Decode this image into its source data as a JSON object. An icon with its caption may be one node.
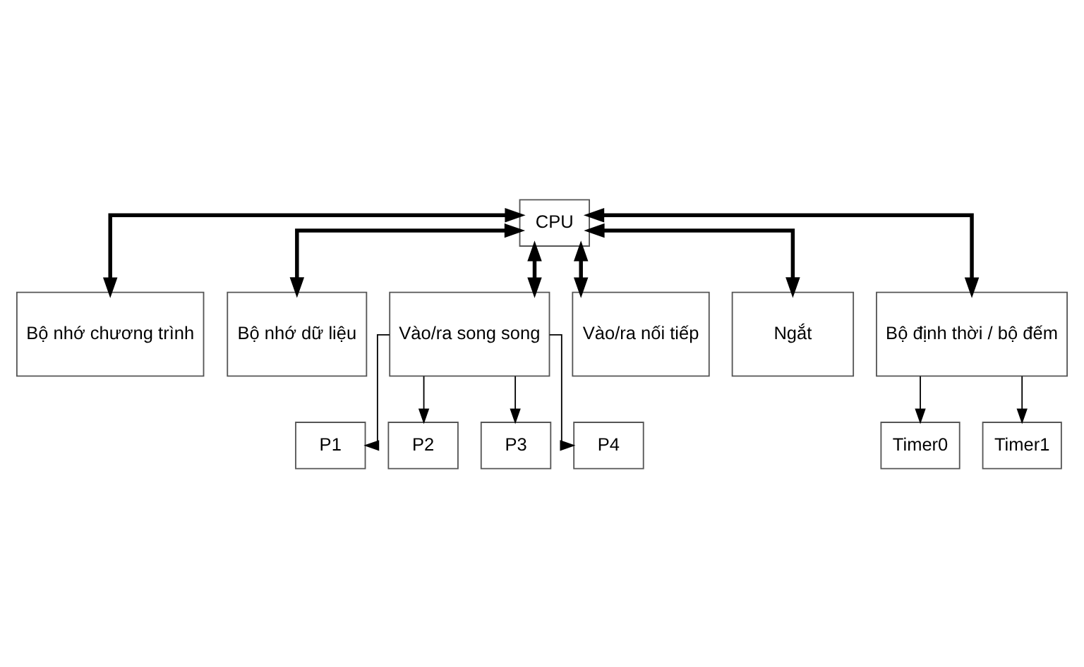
{
  "diagram": {
    "nodes": [
      {
        "text": [
          "CPU"
        ]
      },
      {
        "text": [
          "Bộ nhớ chương trình"
        ]
      },
      {
        "text": [
          "Bộ nhớ dữ liệu"
        ]
      },
      {
        "text": [
          "Vào/ra song song"
        ]
      },
      {
        "text": [
          "Vào/ra nối tiếp"
        ]
      },
      {
        "text": [
          "Ngắt"
        ]
      },
      {
        "text": [
          "Bộ định thời / bộ đếm"
        ]
      },
      {
        "text": [
          "P1"
        ]
      },
      {
        "text": [
          "P2"
        ]
      },
      {
        "text": [
          "P3"
        ]
      },
      {
        "text": [
          "P4"
        ]
      },
      {
        "text": [
          "Timer0"
        ]
      },
      {
        "text": [
          "Timer1"
        ]
      }
    ],
    "edges": [
      {
        "from": 0,
        "to": 1,
        "arrow": "both",
        "style": "thick"
      },
      {
        "from": 0,
        "to": 2,
        "arrow": "both",
        "style": "thick"
      },
      {
        "from": 0,
        "to": 3,
        "arrow": "both",
        "style": "thick"
      },
      {
        "from": 0,
        "to": 4,
        "arrow": "both",
        "style": "thick"
      },
      {
        "from": 0,
        "to": 5,
        "arrow": "both",
        "style": "thick"
      },
      {
        "from": 0,
        "to": 6,
        "arrow": "both",
        "style": "thick"
      },
      {
        "from": 3,
        "to": 7,
        "arrow": "to"
      },
      {
        "from": 3,
        "to": 8,
        "arrow": "to"
      },
      {
        "from": 3,
        "to": 9,
        "arrow": "to"
      },
      {
        "from": 3,
        "to": 10,
        "arrow": "to"
      },
      {
        "from": 6,
        "to": 11,
        "arrow": "to"
      },
      {
        "from": 6,
        "to": 12,
        "arrow": "to"
      }
    ]
  }
}
